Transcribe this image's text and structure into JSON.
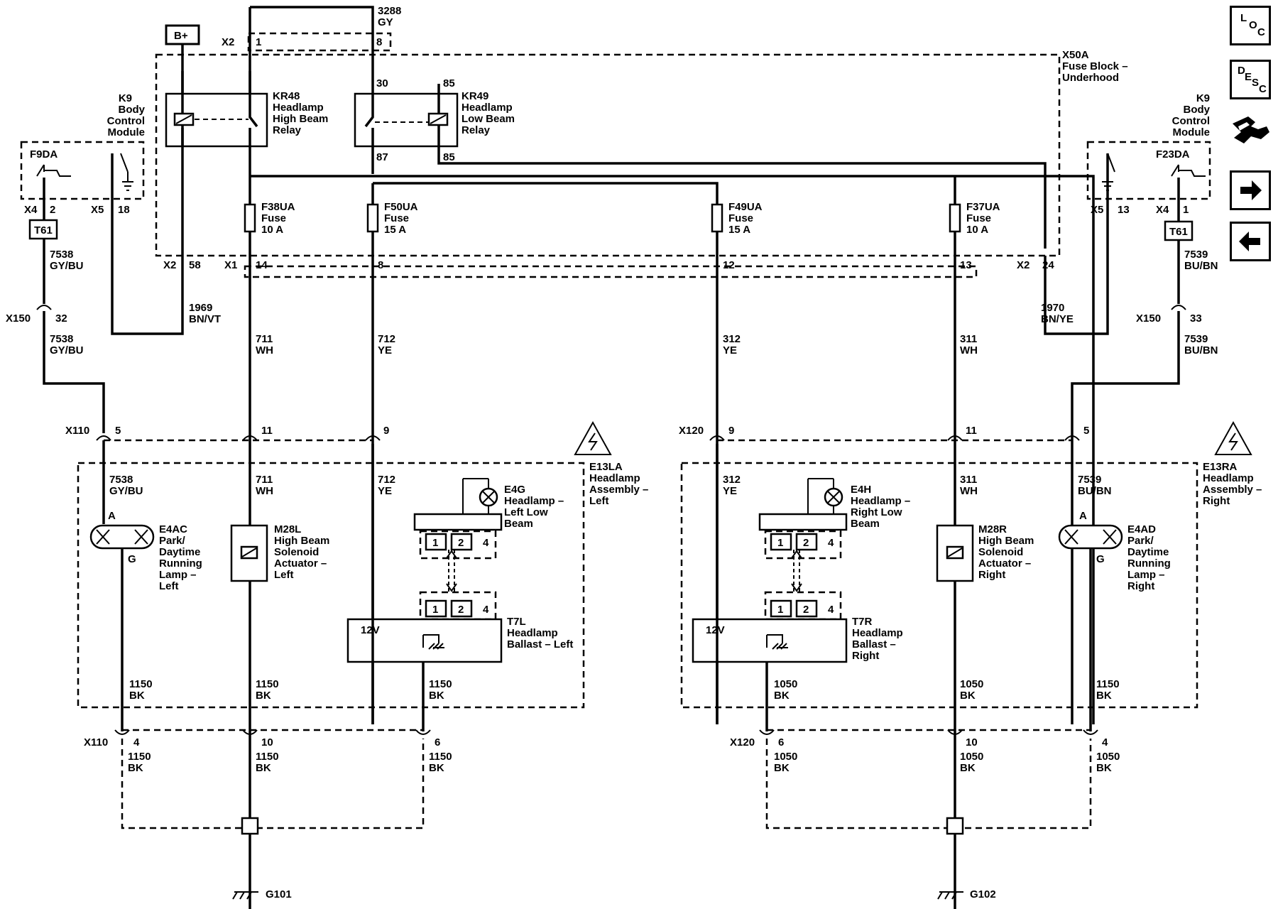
{
  "fuse_block": {
    "ref": "X50A",
    "name": "Fuse Block –",
    "sub": "Underhood"
  },
  "supply": {
    "battery": "B+",
    "wire_num": "3288",
    "wire_color": "GY",
    "conn": "X2",
    "pin_a": "1",
    "pin_b": "8",
    "conn_b": "X2",
    "pin_bp": "58"
  },
  "relays": {
    "high": {
      "ref": "KR48",
      "l1": "Headlamp",
      "l2": "High Beam",
      "l3": "Relay"
    },
    "low": {
      "ref": "KR49",
      "l1": "Headlamp",
      "l2": "Low Beam",
      "l3": "Relay",
      "p30": "30",
      "p85top": "85",
      "p87": "87",
      "p85bot": "85"
    }
  },
  "fuses": [
    {
      "ref": "F38UA",
      "word": "Fuse",
      "rating": "10 A",
      "pin": "14",
      "conn": "X1"
    },
    {
      "ref": "F50UA",
      "word": "Fuse",
      "rating": "15 A",
      "pin": "8"
    },
    {
      "ref": "F49UA",
      "word": "Fuse",
      "rating": "15 A",
      "pin": "12"
    },
    {
      "ref": "F37UA",
      "word": "Fuse",
      "rating": "10 A",
      "pin": "13"
    }
  ],
  "bcm_left": {
    "ref": "K9",
    "l1": "Body",
    "l2": "Control",
    "l3": "Module",
    "driver": "F9DA",
    "c1": "X4",
    "p1": "2",
    "c2": "X5",
    "p2": "18",
    "term": "T61"
  },
  "bcm_right": {
    "ref": "K9",
    "l1": "Body",
    "l2": "Control",
    "l3": "Module",
    "driver": "F23DA",
    "c1": "X5",
    "p1": "13",
    "c2": "X4",
    "p2": "1",
    "term": "T61",
    "conn": "X2",
    "pin": "24"
  },
  "wires": {
    "w7538a": {
      "num": "7538",
      "color": "GY/BU"
    },
    "w7538b": {
      "num": "7538",
      "color": "GY/BU"
    },
    "w7538c": {
      "num": "7538",
      "color": "GY/BU"
    },
    "w1969": {
      "num": "1969",
      "color": "BN/VT"
    },
    "w711a": {
      "num": "711",
      "color": "WH"
    },
    "w711b": {
      "num": "711",
      "color": "WH"
    },
    "w712a": {
      "num": "712",
      "color": "YE"
    },
    "w712b": {
      "num": "712",
      "color": "YE"
    },
    "w312a": {
      "num": "312",
      "color": "YE"
    },
    "w312b": {
      "num": "312",
      "color": "YE"
    },
    "w311a": {
      "num": "311",
      "color": "WH"
    },
    "w311b": {
      "num": "311",
      "color": "WH"
    },
    "w1970": {
      "num": "1970",
      "color": "BN/YE"
    },
    "w7539a": {
      "num": "7539",
      "color": "BU/BN"
    },
    "w7539b": {
      "num": "7539",
      "color": "BU/BN"
    },
    "w7539c": {
      "num": "7539",
      "color": "BU/BN"
    }
  },
  "x150_left": {
    "conn": "X150",
    "pin": "32"
  },
  "x150_right": {
    "conn": "X150",
    "pin": "33"
  },
  "x110_top": {
    "conn": "X110",
    "p1": "5",
    "p2": "11",
    "p3": "9"
  },
  "x120_top": {
    "conn": "X120",
    "p1": "9",
    "p2": "11",
    "p3": "5"
  },
  "left_assembly": {
    "ref": "E13LA",
    "l1": "Headlamp",
    "l2": "Assembly –",
    "l3": "Left",
    "park": {
      "ref": "E4AC",
      "l1": "Park/",
      "l2": "Daytime",
      "l3": "Running",
      "l4": "Lamp –",
      "l5": "Left",
      "pa": "A",
      "pg": "G"
    },
    "solenoid": {
      "ref": "M28L",
      "l1": "High Beam",
      "l2": "Solenoid",
      "l3": "Actuator –",
      "l4": "Left"
    },
    "lamp": {
      "ref": "E4G",
      "l1": "Headlamp –",
      "l2": "Left Low",
      "l3": "Beam"
    },
    "ballast": {
      "ref": "T7L",
      "l1": "Headlamp",
      "l2": "Ballast – Left",
      "v": "12V"
    },
    "pins": [
      "1",
      "2",
      "4"
    ],
    "gnd1": {
      "num": "1150",
      "color": "BK"
    },
    "gnd2": {
      "num": "1150",
      "color": "BK"
    },
    "gnd3": {
      "num": "1150",
      "color": "BK"
    }
  },
  "right_assembly": {
    "ref": "E13RA",
    "l1": "Headlamp",
    "l2": "Assembly –",
    "l3": "Right",
    "park": {
      "ref": "E4AD",
      "l1": "Park/",
      "l2": "Daytime",
      "l3": "Running",
      "l4": "Lamp –",
      "l5": "Right",
      "pa": "A",
      "pg": "G"
    },
    "solenoid": {
      "ref": "M28R",
      "l1": "High Beam",
      "l2": "Solenoid",
      "l3": "Actuator –",
      "l4": "Right"
    },
    "lamp": {
      "ref": "E4H",
      "l1": "Headlamp –",
      "l2": "Right Low",
      "l3": "Beam"
    },
    "ballast": {
      "ref": "T7R",
      "l1": "Headlamp",
      "l2": "Ballast –",
      "l3": "Right",
      "v": "12V"
    },
    "pins": [
      "1",
      "2",
      "4"
    ],
    "gnd1": {
      "num": "1050",
      "color": "BK"
    },
    "gnd2": {
      "num": "1050",
      "color": "BK"
    },
    "gnd3": {
      "num": "1150",
      "color": "BK"
    }
  },
  "x110_bot": {
    "conn": "X110",
    "p1": "4",
    "p2": "10",
    "p3": "6",
    "w1": {
      "num": "1150",
      "color": "BK"
    },
    "w2": {
      "num": "1150",
      "color": "BK"
    },
    "w3": {
      "num": "1150",
      "color": "BK"
    }
  },
  "x120_bot": {
    "conn": "X120",
    "p1": "6",
    "p2": "10",
    "p3": "4",
    "w1": {
      "num": "1050",
      "color": "BK"
    },
    "w2": {
      "num": "1050",
      "color": "BK"
    },
    "w3": {
      "num": "1050",
      "color": "BK"
    }
  },
  "grounds": {
    "left": "G101",
    "right": "G102"
  },
  "nav": {
    "loc": {
      "a": "L",
      "b": "O",
      "c": "C"
    },
    "desc": {
      "a": "D",
      "b": "E",
      "c": "S",
      "d": "C"
    }
  }
}
